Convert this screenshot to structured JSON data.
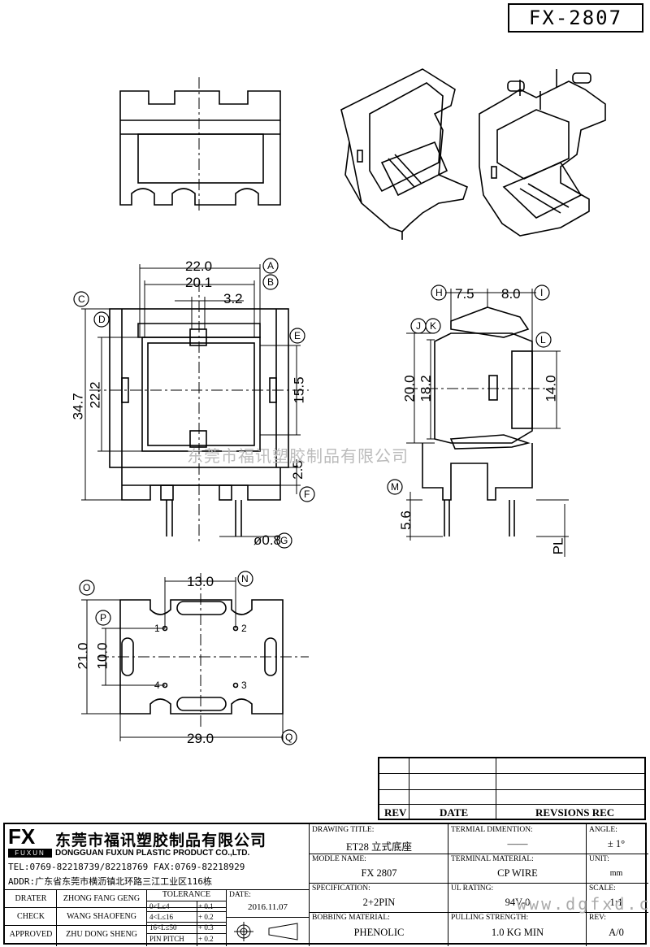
{
  "part_number": "FX-2807",
  "watermark": "东莞市福讯塑胶制品有限公司",
  "dimensions": {
    "d22": "22.0",
    "d201": "20.1",
    "d32": "3.2",
    "d347": "34.7",
    "d222": "22.2",
    "d155": "15.5",
    "d25": "2.5",
    "d08": "ø0.8",
    "d75": "7.5",
    "d80": "8.0",
    "d200": "20.0",
    "d182": "18.2",
    "d140": "14.0",
    "d56": "5.6",
    "pl": "PL",
    "d130": "13.0",
    "d100": "10.0",
    "d210": "21.0",
    "d290": "29.0"
  },
  "callouts": [
    "A",
    "B",
    "C",
    "D",
    "E",
    "F",
    "G",
    "H",
    "I",
    "J",
    "K",
    "L",
    "M",
    "N",
    "O",
    "P",
    "Q"
  ],
  "pins": [
    "1",
    "2",
    "3",
    "4"
  ],
  "revision_table": {
    "rev": "REV",
    "date": "DATE",
    "revisions": "REVSIONS REC"
  },
  "company": {
    "logo": "FX",
    "logo_sub": "FUXUN",
    "name_cn": "东莞市福讯塑胶制品有限公司",
    "name_en": "DONGGUAN FUXUN PLASTIC PRODUCT CO.,LTD.",
    "tel": "TEL:0769-82218739/82218769 FAX:0769-82218929",
    "addr": "ADDR:广东省东莞市横沥镇北环路三江工业区116栋"
  },
  "signatures": [
    {
      "role": "DRATER",
      "name": "ZHONG FANG GENG"
    },
    {
      "role": "CHECK",
      "name": "WANG SHAOFENG"
    },
    {
      "role": "APPROVED",
      "name": "ZHU DONG SHENG"
    }
  ],
  "tolerance": {
    "title": "TOLERANCE",
    "rows": [
      {
        "range": "0<L≤4",
        "tol": "+ 0.1"
      },
      {
        "range": "4<L≤16",
        "tol": "+ 0.2"
      },
      {
        "range": "16<L≤50",
        "tol": "+ 0.3"
      },
      {
        "range": "PIN PITCH",
        "tol": "+ 0.2"
      }
    ]
  },
  "date": {
    "label": "DATE:",
    "value": "2016.11.07"
  },
  "fields": {
    "drawing_title": {
      "label": "DRAWING TITLE:",
      "value": "ET28 立式底座"
    },
    "module_name": {
      "label": "MODLE NAME:",
      "value": "FX 2807"
    },
    "specification": {
      "label": "SPECIFICATION:",
      "value": "2+2PIN"
    },
    "bobbing_material": {
      "label": "BOBBING MATERIAL:",
      "value": "PHENOLIC"
    },
    "terminal_dimention": {
      "label": "TERMIAL DIMENTION:",
      "value": "——"
    },
    "terminal_material": {
      "label": "TERMINAL MATERIAL:",
      "value": "CP WIRE"
    },
    "ul_rating": {
      "label": "UL RATING:",
      "value": "94V-0"
    },
    "pulling_strength": {
      "label": "PULLING STRENGTH:",
      "value": "1.0 KG MIN"
    },
    "angle": {
      "label": "ANGLE:",
      "value": "± 1°"
    },
    "unit": {
      "label": "UNIT:",
      "value": "mm"
    },
    "scale": {
      "label": "SCALE:",
      "value": "1:1"
    },
    "rev": {
      "label": "REV:",
      "value": "A/0"
    }
  },
  "site_watermark": "www.dgfxd.cn"
}
